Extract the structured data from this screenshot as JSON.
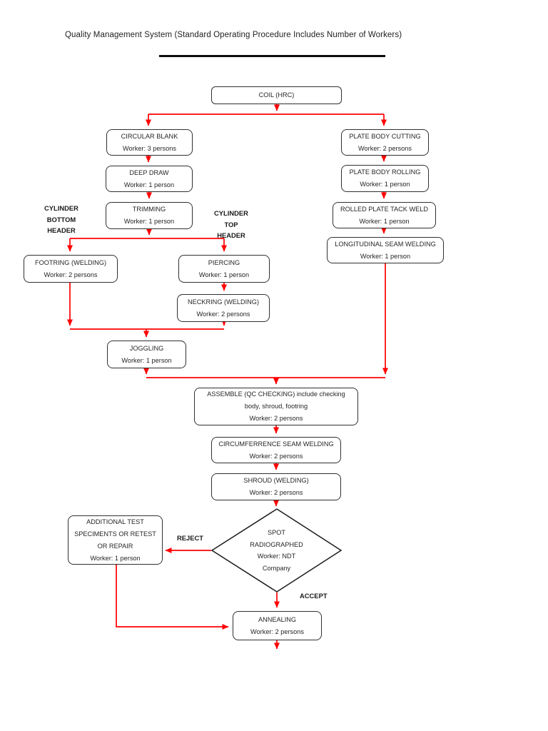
{
  "title": "Quality Management System (Standard Operating Procedure Includes Number of Workers)",
  "colors": {
    "accent": "#ff0000",
    "box_border": "#303030",
    "text": "#262626"
  },
  "nodes": {
    "coil": {
      "label": "COIL (HRC)"
    },
    "circular_blank": {
      "label": "CIRCULAR BLANK",
      "worker": "Worker: 3 persons"
    },
    "deep_draw": {
      "label": "DEEP DRAW",
      "worker": "Worker: 1 person"
    },
    "trimming": {
      "label": "TRIMMING",
      "worker": "Worker: 1 person"
    },
    "footring": {
      "label": "FOOTRING (WELDING)",
      "worker": "Worker: 2 persons"
    },
    "piercing": {
      "label": "PIERCING",
      "worker": "Worker: 1 person"
    },
    "neckring": {
      "label": "NECKRING (WELDING)",
      "worker": "Worker: 2 persons"
    },
    "joggling": {
      "label": "JOGGLING",
      "worker": "Worker: 1 person"
    },
    "plate_body_cutting": {
      "label": "PLATE BODY CUTTING",
      "worker": "Worker: 2 persons"
    },
    "plate_body_rolling": {
      "label": "PLATE BODY ROLLING",
      "worker": "Worker: 1 person"
    },
    "rolled_plate_tack_weld": {
      "label": "ROLLED PLATE TACK WELD",
      "worker": "Worker: 1 person"
    },
    "longitudinal_seam_welding": {
      "label": "LONGITUDINAL SEAM WELDING",
      "worker": "Worker: 1 person"
    },
    "assemble": {
      "label": "ASSEMBLE (QC CHECKING) include checking\nbody, shroud, footring",
      "worker": "Worker: 2 persons"
    },
    "circumference_seam_welding": {
      "label": "CIRCUMFERRENCE SEAM WELDING",
      "worker": "Worker: 2 persons"
    },
    "shroud": {
      "label": "SHROUD (WELDING)",
      "worker": "Worker: 2 persons"
    },
    "spot_radiographed": {
      "label": "SPOT\nRADIOGRAPHED",
      "worker": "Worker: NDT\nCompany"
    },
    "additional_test": {
      "label": "ADDITIONAL TEST\nSPECIMENTS OR RETEST\nOR REPAIR",
      "worker": "Worker: 1 person"
    },
    "annealing": {
      "label": "ANNEALING",
      "worker": "Worker: 2 persons"
    }
  },
  "annotations": {
    "cylinder_bottom_header": "CYLINDER\nBOTTOM\nHEADER",
    "cylinder_top_header": "CYLINDER\nTOP\nHEADER",
    "reject": "REJECT",
    "accept": "ACCEPT"
  }
}
